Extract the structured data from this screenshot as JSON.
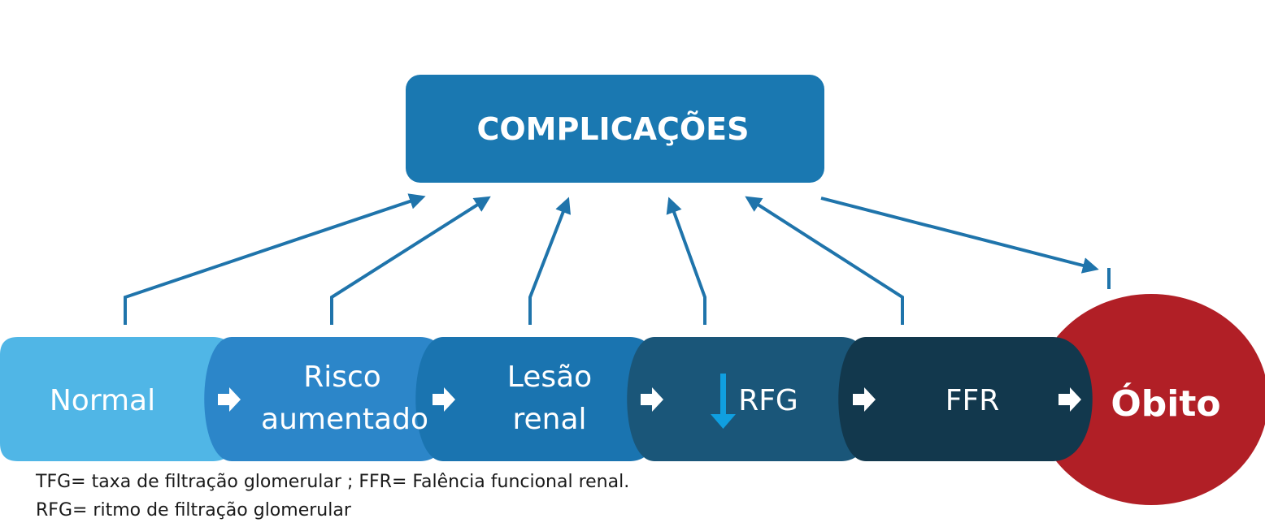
{
  "complications_box": {
    "label": "COMPLICAÇÕES",
    "color": "#1a78b1"
  },
  "stages": [
    {
      "line1": "Normal",
      "line2": "",
      "color": "#50b6e6"
    },
    {
      "line1": "Risco",
      "line2": "aumentado",
      "color": "#2c86c9"
    },
    {
      "line1": "Lesão",
      "line2": "renal",
      "color": "#1a74b0"
    },
    {
      "line1": "RFG",
      "line2": "",
      "color": "#1a5679",
      "prefix_icon": "down-arrow-icon",
      "prefix_icon_color": "#109fe0"
    },
    {
      "line1": "FFR",
      "line2": "",
      "color": "#12384d"
    }
  ],
  "final_stage": {
    "label": "Óbito",
    "color": "#b11f26"
  },
  "connector_icon": "right-arrow-icon",
  "arrow_color": "#1f74ab",
  "footnotes": {
    "line1": "TFG= taxa de filtração glomerular ; FFR= Falência funcional renal.",
    "line2": "RFG= ritmo de filtração glomerular"
  }
}
